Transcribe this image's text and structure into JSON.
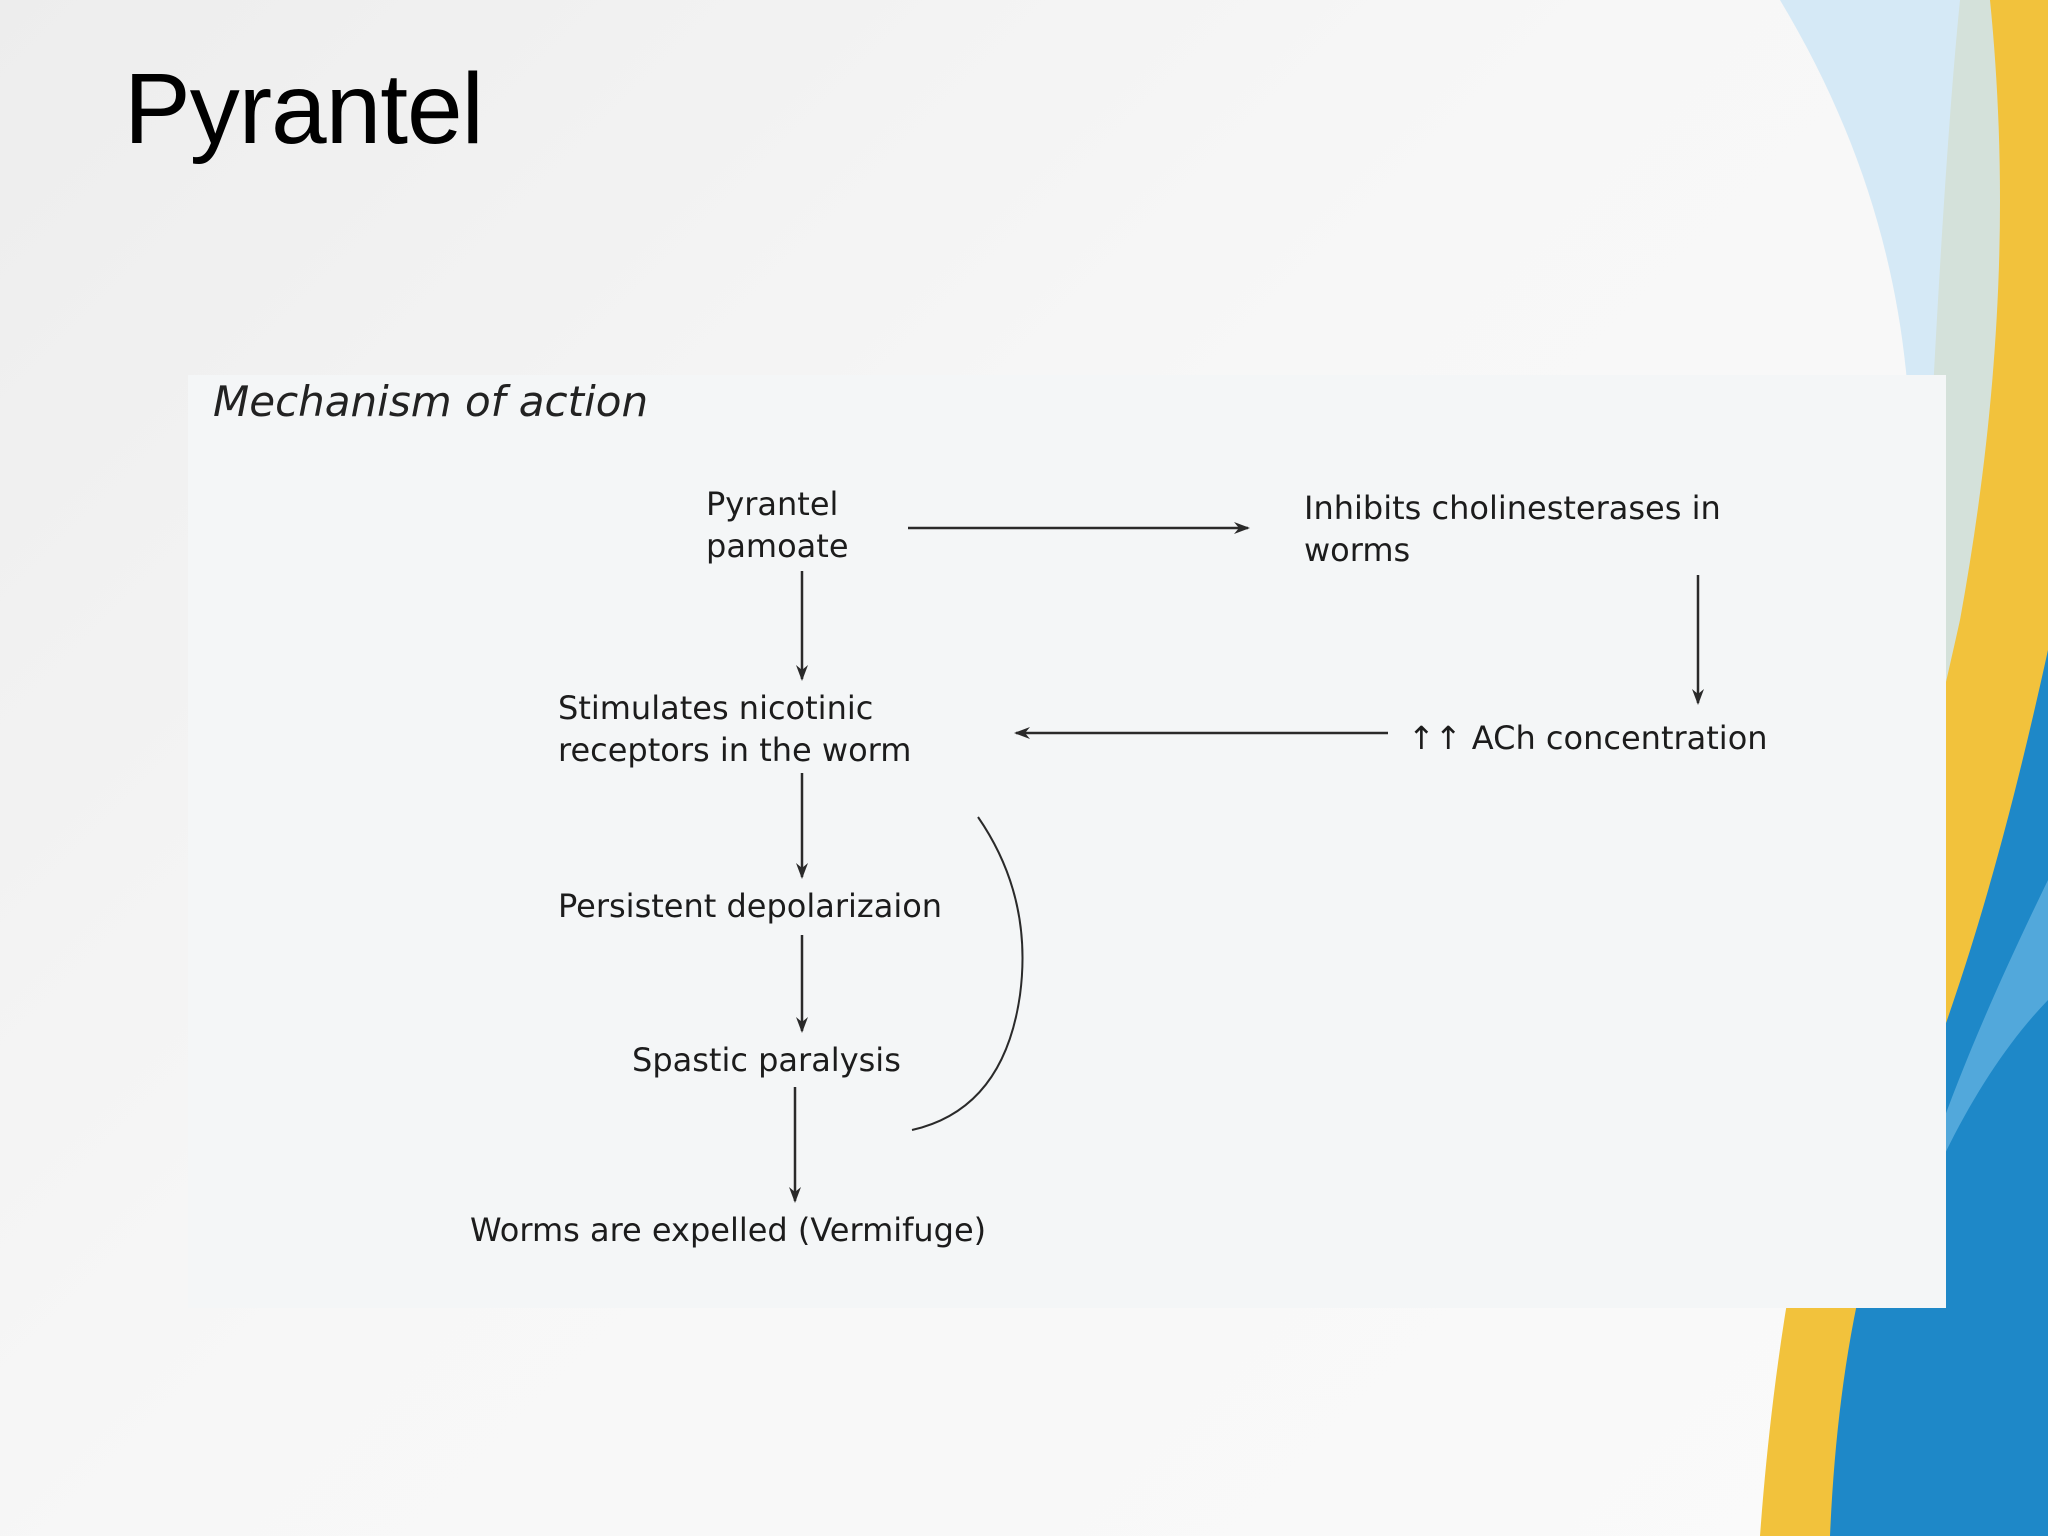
{
  "slide": {
    "title": "Pyrantel",
    "theme_colors": {
      "blue": "#1e88c8",
      "light_blue": "#a9d3ee",
      "gold": "#f2c23c",
      "background": "#f2f2f2"
    }
  },
  "figure": {
    "heading": "Mechanism of action",
    "nodes": {
      "pyrantel_pamoate": {
        "line1": "Pyrantel",
        "line2": "pamoate"
      },
      "inhibits_cholinesterases": {
        "line1": "Inhibits cholinesterases in",
        "line2": "worms"
      },
      "ach_concentration": {
        "text": "↑↑ ACh concentration"
      },
      "stimulates_nicotinic": {
        "line1": "Stimulates nicotinic",
        "line2": "receptors in the worm"
      },
      "persistent_depolarization": {
        "text": "Persistent depolarizaion"
      },
      "spastic_paralysis": {
        "text": "Spastic paralysis"
      },
      "worms_expelled": {
        "text": "Worms are expelled (Vermifuge)"
      }
    }
  }
}
